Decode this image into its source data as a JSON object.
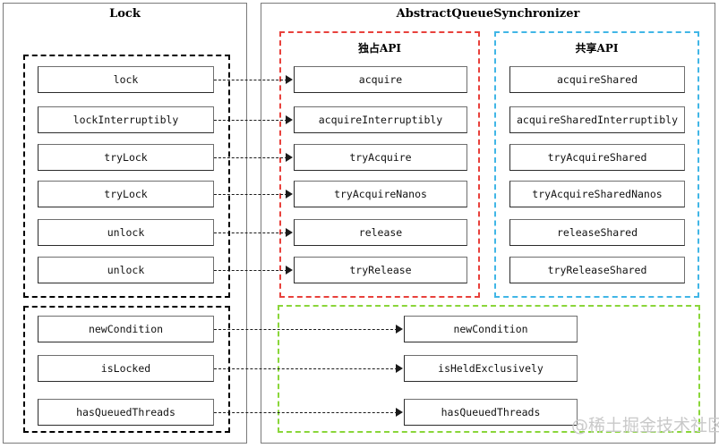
{
  "diagram": {
    "watermark": "@稀土掘金技术社区",
    "colors": {
      "panel_border": "#7a7a7a",
      "group_black": "#000000",
      "group_red": "#e8413c",
      "group_blue": "#41b6e6",
      "group_green": "#8ad63a",
      "box_border": "#2b2b2b",
      "connector": "#1a1a1a",
      "watermark": "#c9c9c9"
    }
  },
  "left_panel": {
    "title": "Lock",
    "primary_group": {
      "items": [
        {
          "label": "lock"
        },
        {
          "label": "lockInterruptibly"
        },
        {
          "label": "tryLock"
        },
        {
          "label": "tryLock"
        },
        {
          "label": "unlock"
        },
        {
          "label": "unlock"
        }
      ]
    },
    "secondary_group": {
      "items": [
        {
          "label": "newCondition"
        },
        {
          "label": "isLocked"
        },
        {
          "label": "hasQueuedThreads"
        }
      ]
    }
  },
  "right_panel": {
    "title": "AbstractQueueSynchronizer",
    "exclusive_group": {
      "title": "独占API",
      "items": [
        {
          "label": "acquire"
        },
        {
          "label": "acquireInterruptibly"
        },
        {
          "label": "tryAcquire"
        },
        {
          "label": "tryAcquireNanos"
        },
        {
          "label": "release"
        },
        {
          "label": "tryRelease"
        }
      ]
    },
    "shared_group": {
      "title": "共享API",
      "items": [
        {
          "label": "acquireShared"
        },
        {
          "label": "acquireSharedInterruptibly"
        },
        {
          "label": "tryAcquireShared"
        },
        {
          "label": "tryAcquireSharedNanos"
        },
        {
          "label": "releaseShared"
        },
        {
          "label": "tryReleaseShared"
        }
      ]
    },
    "other_group": {
      "items": [
        {
          "label": "newCondition"
        },
        {
          "label": "isHeldExclusively"
        },
        {
          "label": "hasQueuedThreads"
        }
      ]
    }
  }
}
